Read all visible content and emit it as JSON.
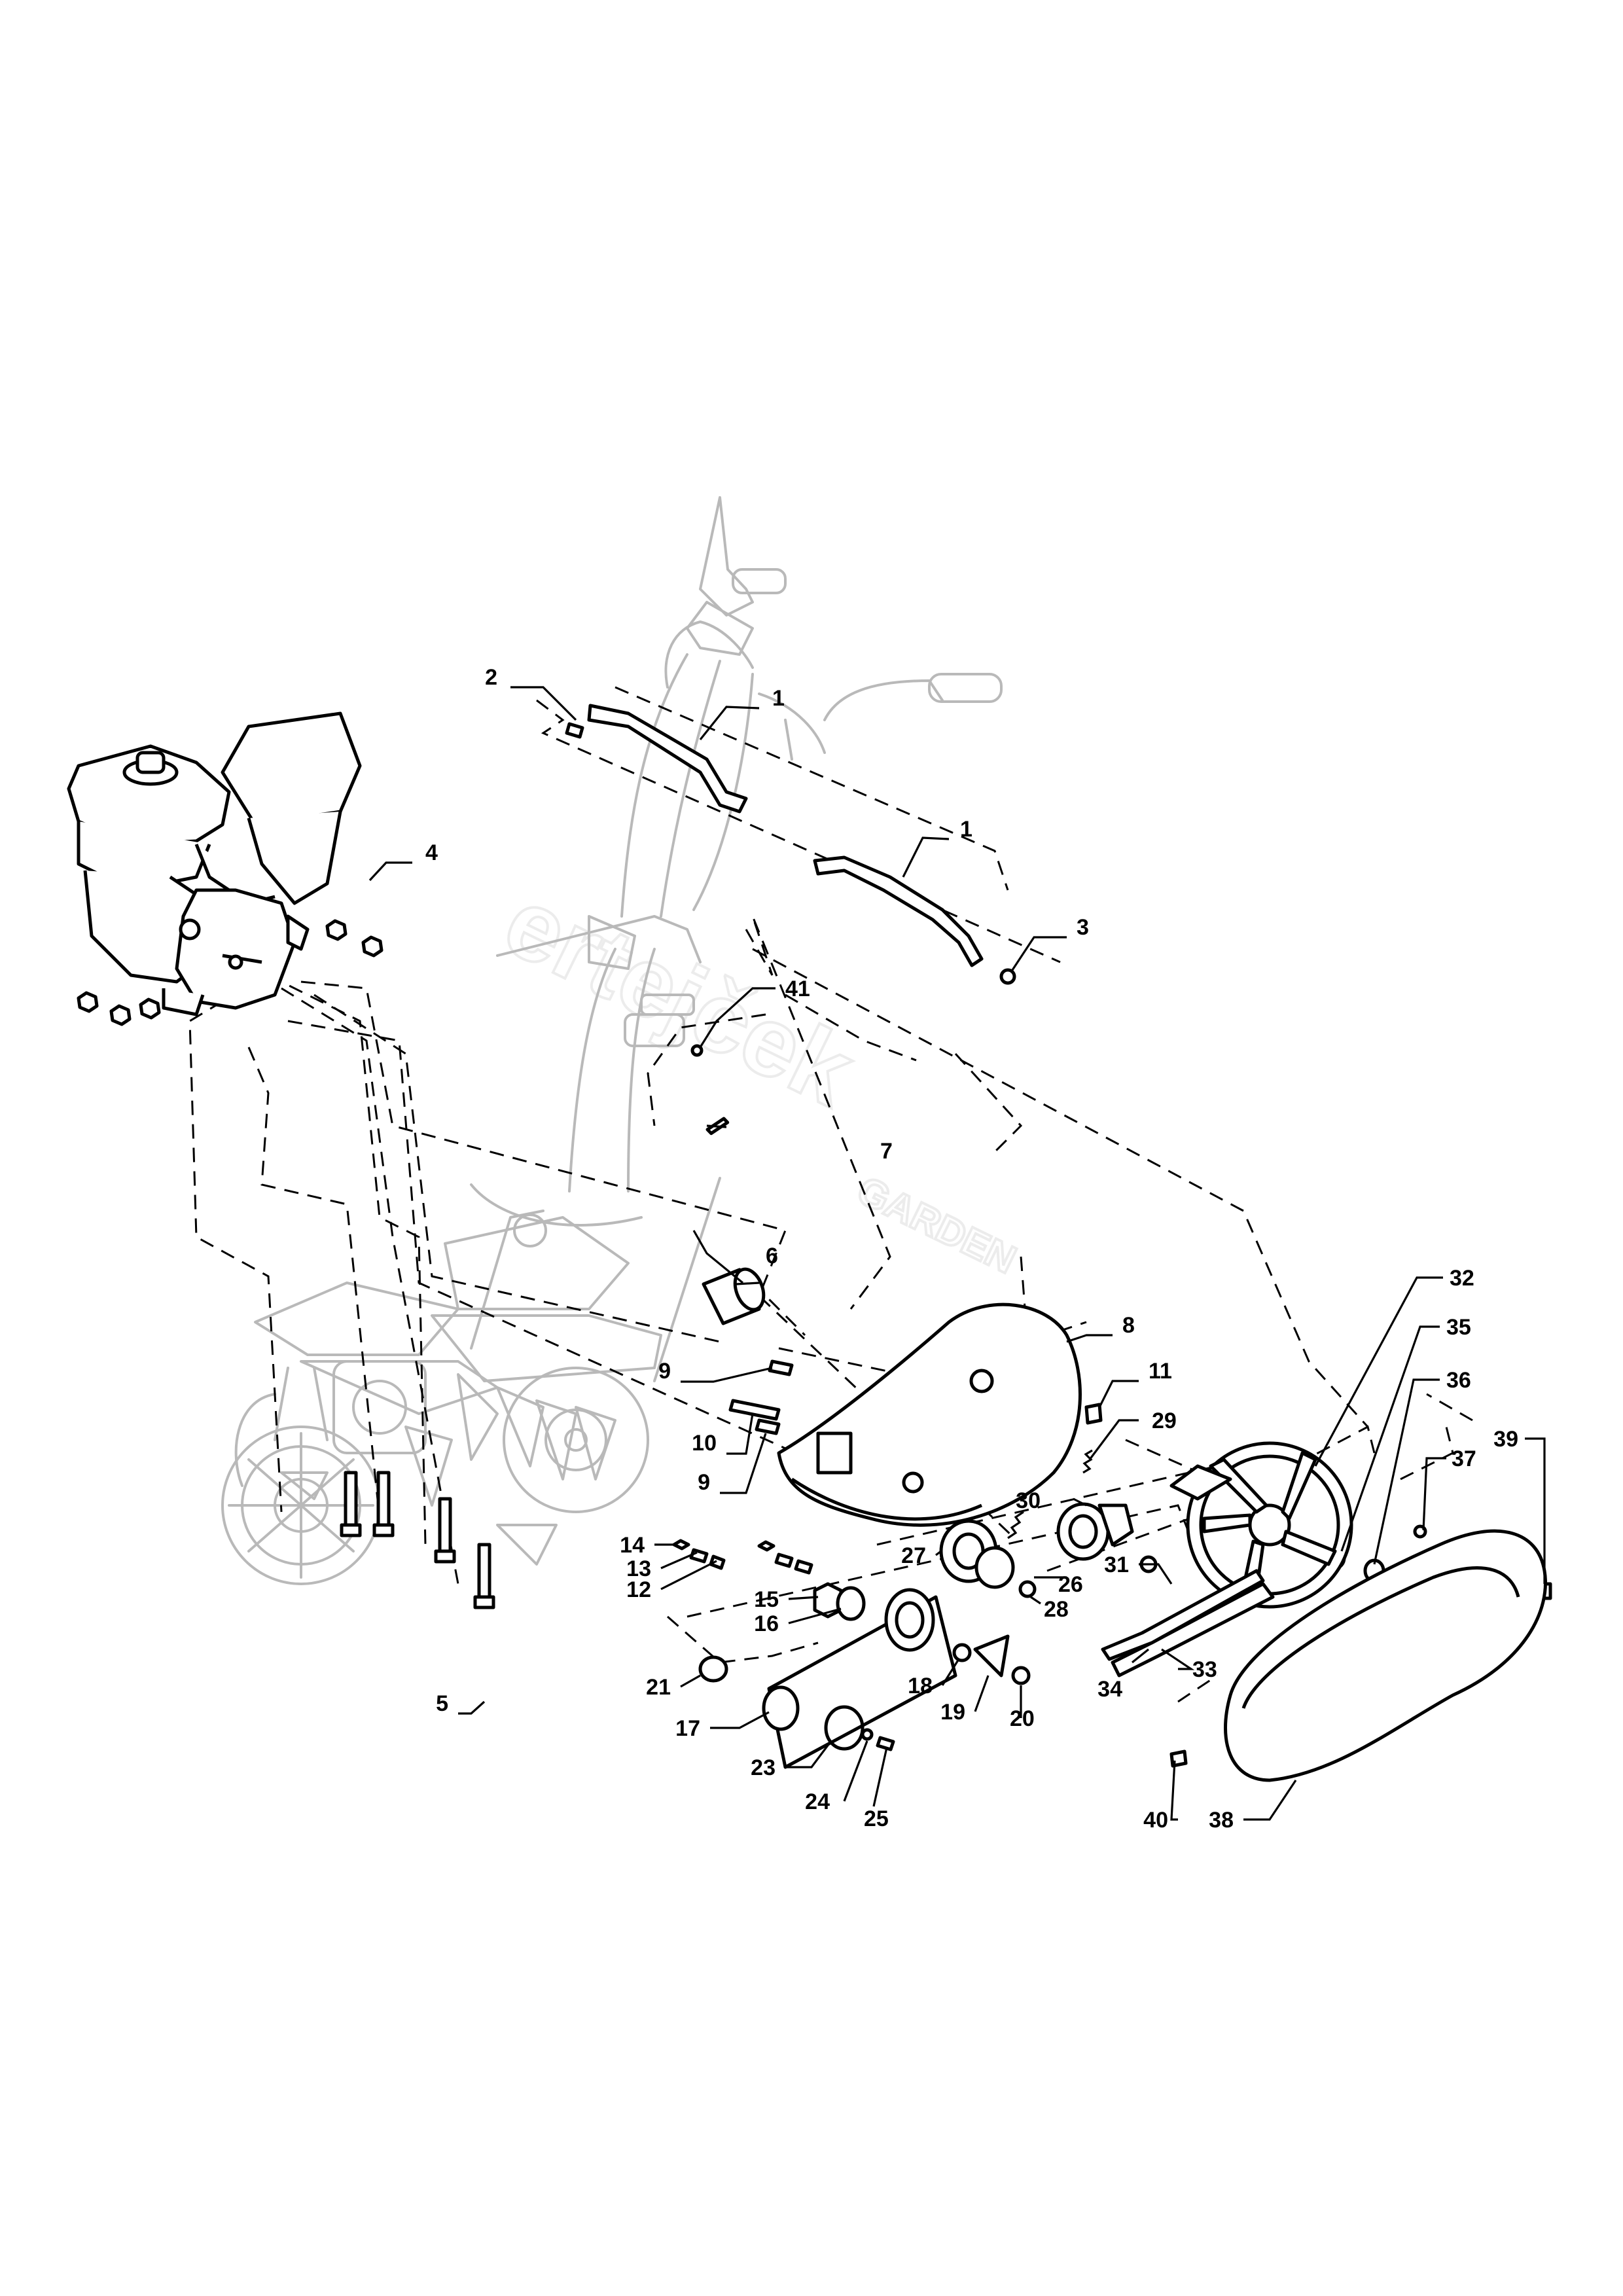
{
  "diagram": {
    "type": "exploded-parts-view",
    "watermark": {
      "brand": "ertejček",
      "sub": "GARDEN"
    },
    "callouts": [
      {
        "id": "c1a",
        "label": "1"
      },
      {
        "id": "c1b",
        "label": "1"
      },
      {
        "id": "c2",
        "label": "2"
      },
      {
        "id": "c3",
        "label": "3"
      },
      {
        "id": "c4",
        "label": "4"
      },
      {
        "id": "c5",
        "label": "5"
      },
      {
        "id": "c6",
        "label": "6"
      },
      {
        "id": "c7",
        "label": "7"
      },
      {
        "id": "c8",
        "label": "8"
      },
      {
        "id": "c9a",
        "label": "9"
      },
      {
        "id": "c9b",
        "label": "9"
      },
      {
        "id": "c10",
        "label": "10"
      },
      {
        "id": "c11",
        "label": "11"
      },
      {
        "id": "c12",
        "label": "12"
      },
      {
        "id": "c13",
        "label": "13"
      },
      {
        "id": "c14",
        "label": "14"
      },
      {
        "id": "c15",
        "label": "15"
      },
      {
        "id": "c16",
        "label": "16"
      },
      {
        "id": "c17",
        "label": "17"
      },
      {
        "id": "c18",
        "label": "18"
      },
      {
        "id": "c19",
        "label": "19"
      },
      {
        "id": "c20",
        "label": "20"
      },
      {
        "id": "c21",
        "label": "21"
      },
      {
        "id": "c23",
        "label": "23"
      },
      {
        "id": "c24",
        "label": "24"
      },
      {
        "id": "c25",
        "label": "25"
      },
      {
        "id": "c26",
        "label": "26"
      },
      {
        "id": "c27",
        "label": "27"
      },
      {
        "id": "c28",
        "label": "28"
      },
      {
        "id": "c29",
        "label": "29"
      },
      {
        "id": "c30",
        "label": "30"
      },
      {
        "id": "c31",
        "label": "31"
      },
      {
        "id": "c32",
        "label": "32"
      },
      {
        "id": "c33",
        "label": "33"
      },
      {
        "id": "c34",
        "label": "34"
      },
      {
        "id": "c35",
        "label": "35"
      },
      {
        "id": "c36",
        "label": "36"
      },
      {
        "id": "c37",
        "label": "37"
      },
      {
        "id": "c38",
        "label": "38"
      },
      {
        "id": "c39",
        "label": "39"
      },
      {
        "id": "c40",
        "label": "40"
      },
      {
        "id": "c41",
        "label": "41"
      }
    ]
  }
}
